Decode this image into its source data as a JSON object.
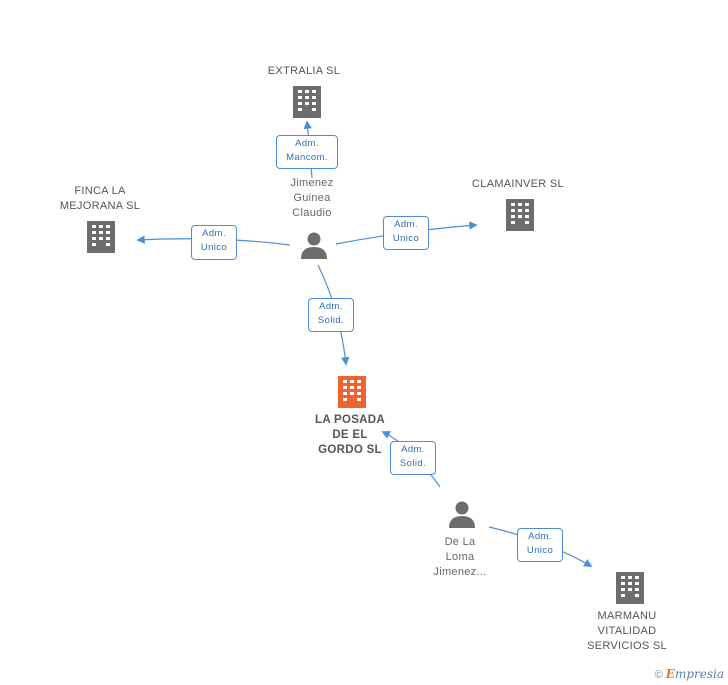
{
  "companies": {
    "extralia": {
      "label": "EXTRALIA SL"
    },
    "finca": {
      "label_lines": [
        "FINCA LA",
        "MEJORANA SL"
      ]
    },
    "clamainver": {
      "label": "CLAMAINVER SL"
    },
    "la_posada": {
      "label_lines": [
        "LA POSADA",
        "DE EL",
        "GORDO SL"
      ]
    },
    "marmanu": {
      "label_lines": [
        "MARMANU",
        "VITALIDAD",
        "SERVICIOS SL"
      ]
    }
  },
  "people": {
    "jimenez": {
      "label_lines": [
        "Jimenez",
        "Guinea",
        "Claudio"
      ]
    },
    "de_la_loma": {
      "label_lines": [
        "De La",
        "Loma",
        "Jimenez..."
      ]
    }
  },
  "relations": {
    "r1": [
      "Adm.",
      "Mancom."
    ],
    "r2": [
      "Adm.",
      "Unico"
    ],
    "r3": [
      "Adm.",
      "Unico"
    ],
    "r4": [
      "Adm.",
      "Solid."
    ],
    "r5": [
      "Adm.",
      "Solid."
    ],
    "r6": [
      "Adm.",
      "Unico"
    ]
  },
  "colors": {
    "building": "#6d6d6d",
    "building_highlight": "#f0622e",
    "person": "#6d6d6d",
    "edge": "#4a8fd6",
    "relation_text": "#2f6fb8"
  },
  "footer": {
    "copyright": "©",
    "brand_initial": "E",
    "brand_rest": "mpresia"
  }
}
